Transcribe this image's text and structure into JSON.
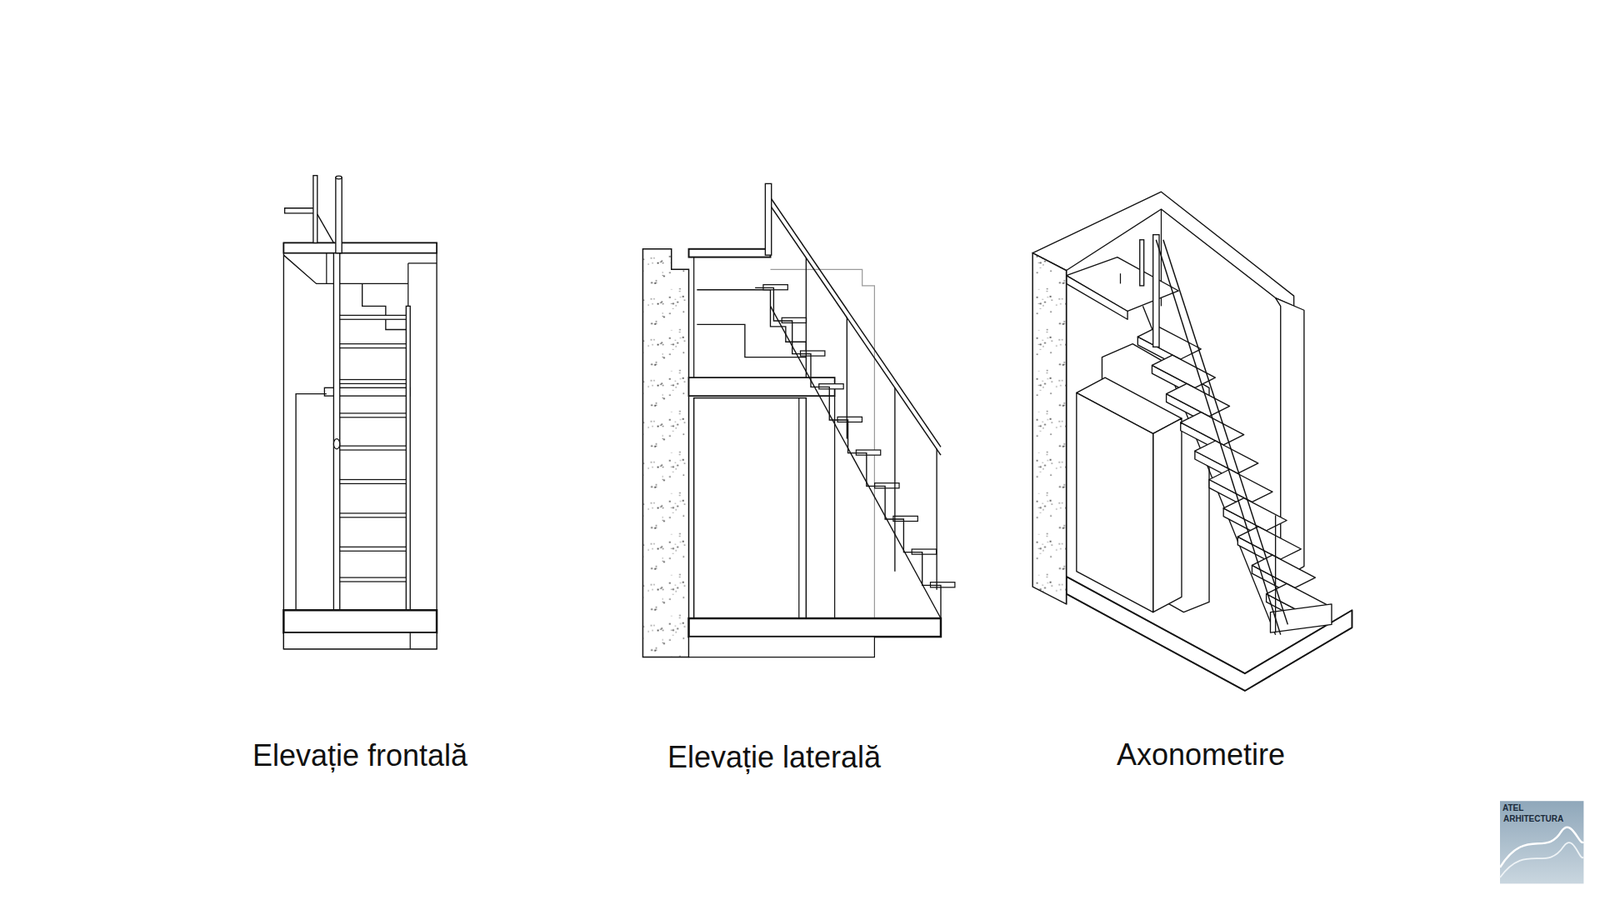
{
  "diagram": {
    "labels": [
      "Elevație frontală",
      "Elevație laterală",
      "Axonometire",
      "ATEL",
      "ARHITECTURA"
    ]
  }
}
